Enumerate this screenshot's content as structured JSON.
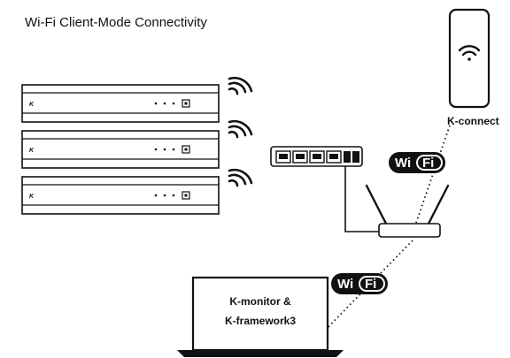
{
  "title": "Wi-Fi Client-Mode Connectivity",
  "phone": {
    "label": "K-connect",
    "icon": "wifi-icon"
  },
  "laptop": {
    "line1": "K-monitor &",
    "line2": "K-framework3"
  },
  "amplifiers": [
    {
      "brand": "K",
      "icon": "wifi-icon"
    },
    {
      "brand": "K",
      "icon": "wifi-icon"
    },
    {
      "brand": "K",
      "icon": "wifi-icon"
    }
  ],
  "wifi_badges": [
    {
      "text_left": "Wi",
      "text_right": "Fi"
    },
    {
      "text_left": "Wi",
      "text_right": "Fi"
    }
  ],
  "switch": {
    "icon": "network-switch-icon"
  },
  "router": {
    "icon": "wifi-router-icon"
  },
  "colors": {
    "stroke": "#111111",
    "background": "#ffffff"
  }
}
